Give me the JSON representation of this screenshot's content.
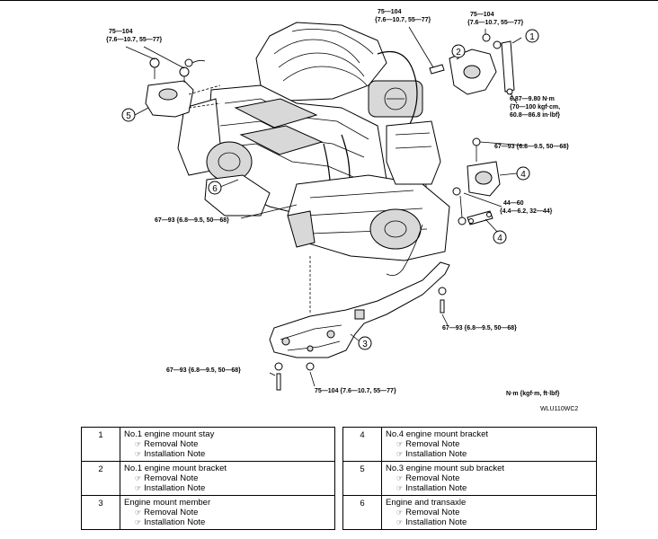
{
  "diagram": {
    "torque_labels": {
      "t1": {
        "line1": "75—104",
        "line2": "{7.6—10.7, 55—77}"
      },
      "t2": {
        "line1": "75—104",
        "line2": "{7.6—10.7, 55—77}"
      },
      "t3": {
        "line1": "75—104",
        "line2": "{7.6—10.7, 55—77}"
      },
      "t4": {
        "line1": "6.87—9.80 N·m",
        "line2": "{70—100 kgf·cm,",
        "line3": "60.8—86.8 in·lbf}"
      },
      "t5": "67—93 {6.8—9.5, 50—68}",
      "t6": {
        "line1": "44—60",
        "line2": "{4.4—6.2, 32—44}"
      },
      "t7": "67—93 {6.8—9.5, 50—68}",
      "t8": "67—93 {6.8—9.5, 50—68}",
      "t9": "67—93 {6.8—9.5, 50—68}",
      "t10": "75—104 {7.6—10.7, 55—77}"
    },
    "callouts": [
      "1",
      "2",
      "3",
      "4",
      "4",
      "5",
      "6"
    ],
    "units": "N·m {kgf·m, ft·lbf}",
    "figure_code": "WLU110WC2"
  },
  "note_icon": "book-reference-icon",
  "parts_left": [
    {
      "num": "1",
      "name": "No.1 engine mount stay",
      "notes": [
        "Removal Note",
        "Installation Note"
      ]
    },
    {
      "num": "2",
      "name": "No.1 engine mount bracket",
      "notes": [
        "Removal Note",
        "Installation Note"
      ]
    },
    {
      "num": "3",
      "name": "Engine mount member",
      "notes": [
        "Removal Note",
        "Installation Note"
      ]
    }
  ],
  "parts_right": [
    {
      "num": "4",
      "name": "No.4 engine mount bracket",
      "notes": [
        "Removal Note",
        "Installation Note"
      ]
    },
    {
      "num": "5",
      "name": "No.3 engine mount sub bracket",
      "notes": [
        "Removal Note",
        "Installation Note"
      ]
    },
    {
      "num": "6",
      "name": "Engine and transaxle",
      "notes": [
        "Removal Note",
        "Installation Note"
      ]
    }
  ]
}
